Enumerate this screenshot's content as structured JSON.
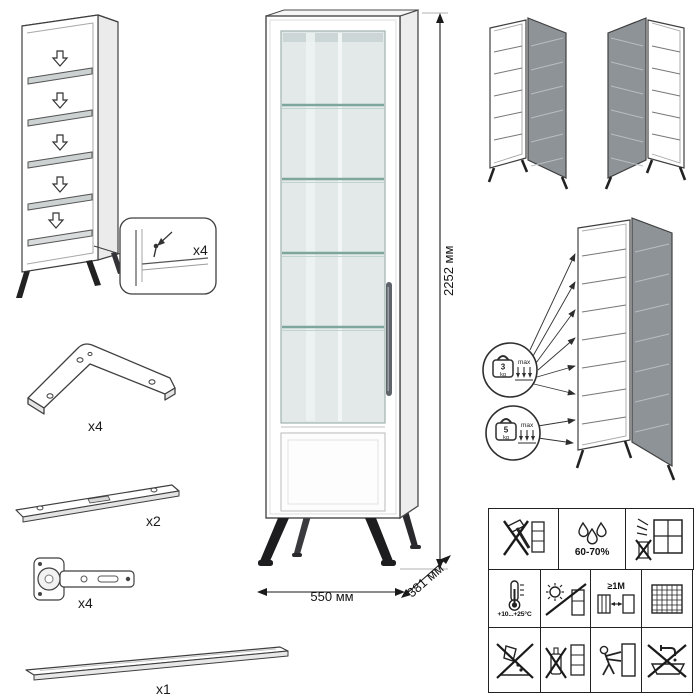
{
  "dimensions": {
    "height": "2252 мм",
    "width": "550 мм",
    "depth": "381 мм"
  },
  "parts": {
    "shelf_supports": {
      "icon": "shelf-pin-detail",
      "count": "x4"
    },
    "corner_brackets": {
      "icon": "corner-bracket",
      "count": "x4"
    },
    "rails": {
      "icon": "support-rail",
      "count": "x2"
    },
    "hinges": {
      "icon": "cabinet-hinge",
      "count": "x4"
    },
    "handle": {
      "icon": "door-handle",
      "count": "x1"
    }
  },
  "load_limits": {
    "glass_shelf": {
      "value": "3",
      "unit": "kg",
      "label": "max"
    },
    "lower_shelf": {
      "value": "5",
      "unit": "kg",
      "label": "max"
    }
  },
  "care": {
    "humidity_label": "60-70%",
    "temperature_label": "+10...+25°C",
    "heat_distance_label": "≥1M"
  },
  "colors": {
    "glass": "#e3e9e9",
    "glass_shelf_edge": "#7da69c",
    "legs": "#1d1d20",
    "door_hatch": "#8d9396",
    "line": "#3f3f3f"
  }
}
